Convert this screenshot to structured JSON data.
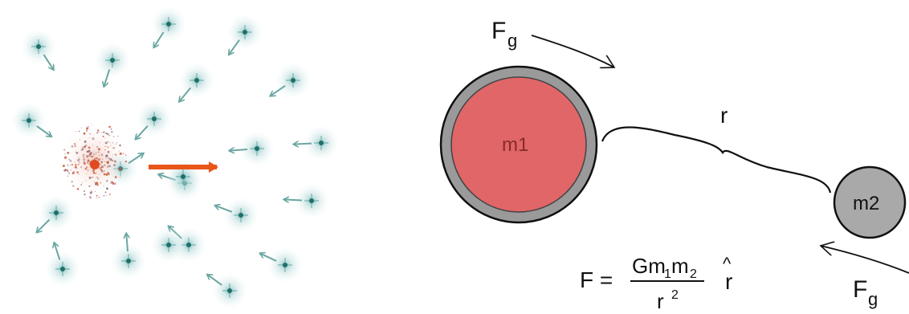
{
  "left_panel": {
    "colors": {
      "star_glow": "#cfe6e6",
      "star_core": "#1f6f6a",
      "arrow": "#6aa6a2",
      "galaxy_core": "#e14a1f",
      "motion_arrow": "#e8561a"
    },
    "stars": [
      {
        "name": "star-1"
      },
      {
        "name": "star-2"
      },
      {
        "name": "star-3"
      },
      {
        "name": "star-4"
      },
      {
        "name": "star-5"
      },
      {
        "name": "star-6"
      },
      {
        "name": "star-7"
      },
      {
        "name": "star-8"
      },
      {
        "name": "star-9"
      },
      {
        "name": "star-10"
      },
      {
        "name": "star-11"
      },
      {
        "name": "star-12"
      },
      {
        "name": "star-13"
      },
      {
        "name": "star-14"
      },
      {
        "name": "star-15"
      },
      {
        "name": "star-16"
      },
      {
        "name": "star-17"
      },
      {
        "name": "star-18"
      },
      {
        "name": "star-19"
      },
      {
        "name": "star-20"
      },
      {
        "name": "star-21"
      },
      {
        "name": "star-22"
      }
    ]
  },
  "right_panel": {
    "force_top": {
      "main": "F",
      "sub": "g"
    },
    "force_bottom": {
      "main": "F",
      "sub": "g"
    },
    "mass1_label": "m1",
    "mass2_label": "m2",
    "distance_label": "r",
    "formula": {
      "lhs": "F =",
      "num_g": "Gm",
      "num_sub1": "1",
      "num_m": "m",
      "num_sub2": "2",
      "den_r": "r",
      "den_exp": "2",
      "unit_vector": "r",
      "hat": "^"
    },
    "colors": {
      "mass1_fill": "#e06667",
      "ring": "#9a9a9a",
      "mass2_fill": "#a9a9a9",
      "outline": "#111111"
    }
  }
}
